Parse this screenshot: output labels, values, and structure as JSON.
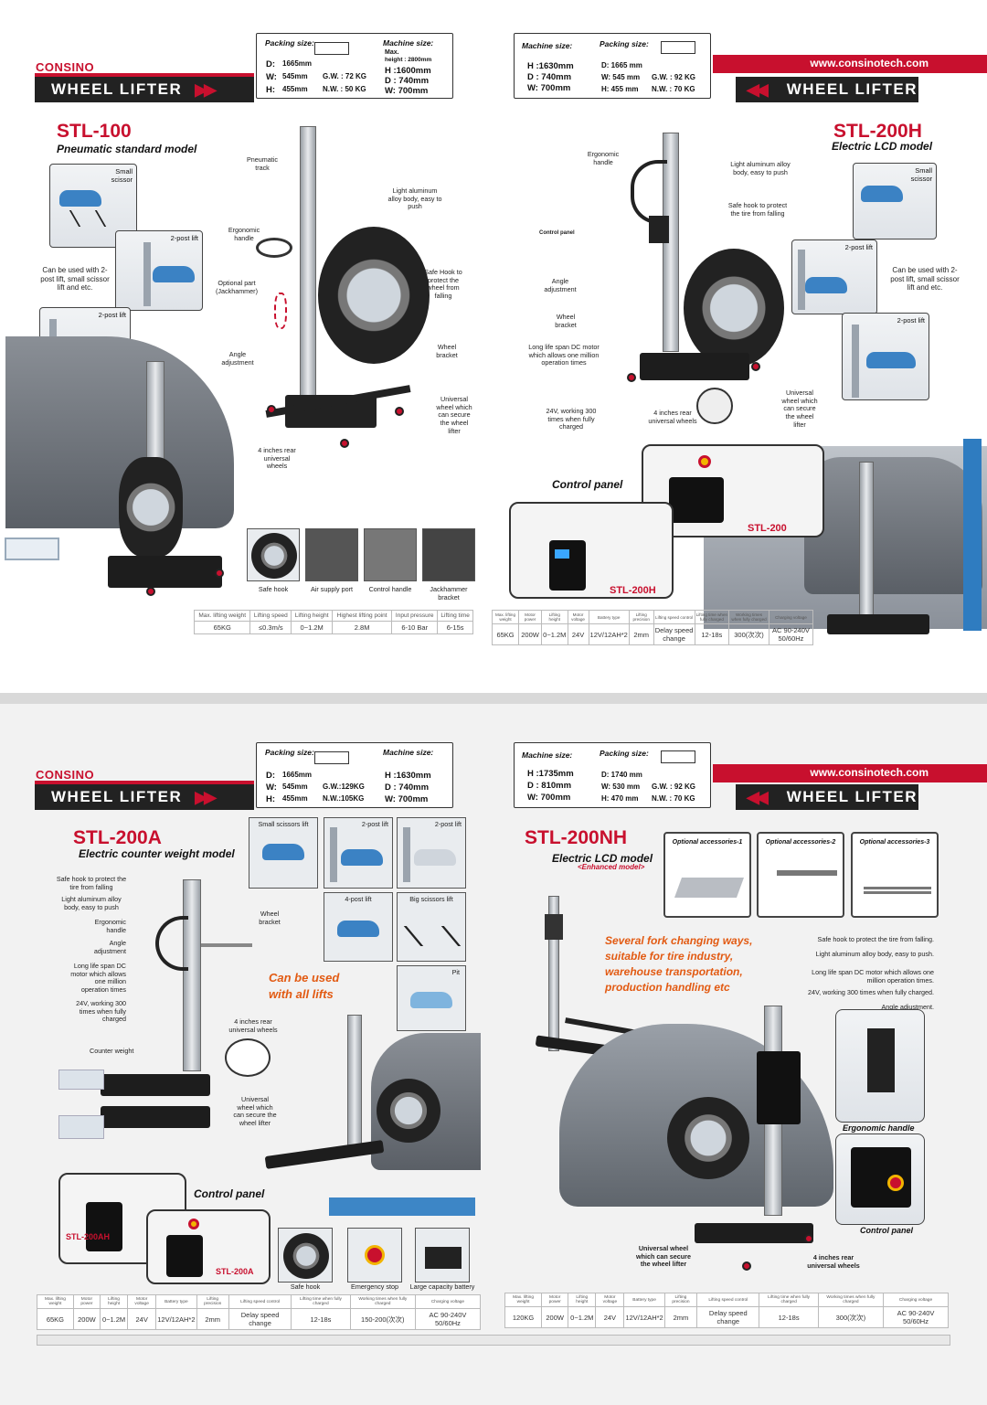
{
  "top": {
    "brand": "CONSINO",
    "title_left": "WHEEL LIFTER",
    "title_right": "WHEEL LIFTER",
    "website": "www.consinotech.com",
    "left_spec": {
      "packing_title": "Packing size:",
      "d": "D:",
      "d_val": "1665mm",
      "w": "W:",
      "w_val": "545mm",
      "h": "H:",
      "h_val": "455mm",
      "gw": "G.W. : 72 KG",
      "nw": "N.W. : 50 KG",
      "machine_title": "Machine size:",
      "max": "Max.",
      "max_h": "height : 2800mm",
      "mh": "H :1600mm",
      "md": "D : 740mm",
      "mw": "W: 700mm"
    },
    "right_spec": {
      "machine_title": "Machine size:",
      "mh": "H :1630mm",
      "md": "D : 740mm",
      "mw": "W: 700mm",
      "packing_title": "Packing size:",
      "d": "D: 1665 mm",
      "w": "W: 545 mm",
      "h": "H: 455 mm",
      "gw": "G.W. : 92 KG",
      "nw": "N.W. : 70 KG"
    },
    "stl100": {
      "model": "STL-100",
      "sub": "Pneumatic standard model",
      "small_scissor": "Small scissor",
      "two_post": "2-post lift",
      "two_post_b": "2-post lift",
      "can_be": "Can be used with 2-post lift, small scissor lift and etc.",
      "pneumatic_track": "Pneumatic track",
      "light_alu": "Light aluminum alloy body, easy to push",
      "ergonomic": "Ergonomic handle",
      "optional": "Optional part (Jackhammer)",
      "safe_hook": "Safe Hook to protect the wheel from falling",
      "angle": "Angle adjustment",
      "wheel_bracket": "Wheel bracket",
      "universal": "Universal wheel which can secure the wheel lifter",
      "rear": "4 inches rear universal wheels",
      "thumbs": [
        "Safe hook",
        "Air supply port",
        "Control handle",
        "Jackhammer bracket"
      ],
      "table_head": [
        "Max. lifting weight",
        "Lifting speed",
        "Lifting height",
        "Highest lifting point",
        "Input pressure",
        "Lifting time"
      ],
      "table_val": [
        "65KG",
        "≤0.3m/s",
        "0~1.2M",
        "2.8M",
        "6-10 Bar",
        "6-15s"
      ]
    },
    "stl200h": {
      "model": "STL-200H",
      "sub": "Electric LCD model",
      "ergonomic": "Ergonomic handle",
      "light_alu": "Light aluminum alloy body, easy to push",
      "safe_hook": "Safe hook to protect the tire from falling",
      "control_panel_lbl": "Control panel",
      "angle": "Angle adjustment",
      "wheel_bracket": "Wheel bracket",
      "long_life": "Long life span DC motor which allows one million operation times",
      "v24": "24V, working 300 times when fully charged",
      "rear": "4 inches rear universal wheels",
      "universal": "Universal wheel which can secure the wheel lifter",
      "small_scissor": "Small scissor",
      "two_post": "2-post lift",
      "two_post_b": "2-post lift",
      "can_be": "Can be used with 2-post lift, small scissor lift and etc.",
      "control_panel": "Control panel",
      "tag1": "STL-200H",
      "tag2": "STL-200",
      "table_head": [
        "Max. lifting weight",
        "Motor power",
        "Lifting height",
        "Motor voltage",
        "Battery type",
        "Lifting precision",
        "Lifting speed control",
        "Lifting time when fully charged",
        "Working times when fully charged",
        "Charging voltage"
      ],
      "table_val": [
        "65KG",
        "200W",
        "0~1.2M",
        "24V",
        "12V/12AH*2",
        "2mm",
        "Delay speed change",
        "12-18s",
        "300(次次)",
        "AC 90-240V 50/60Hz"
      ]
    }
  },
  "bottom": {
    "brand": "CONSINO",
    "title_left": "WHEEL LIFTER",
    "title_right": "WHEEL LIFTER",
    "website": "www.consinotech.com",
    "left_spec": {
      "packing_title": "Packing size:",
      "d": "D:",
      "d_val": "1665mm",
      "w": "W:",
      "w_val": "545mm",
      "h": "H:",
      "h_val": "455mm",
      "gw": "G.W.:129KG",
      "nw": "N.W.:105KG",
      "machine_title": "Machine size:",
      "mh": "H :1630mm",
      "md": "D : 740mm",
      "mw": "W: 700mm"
    },
    "right_spec": {
      "machine_title": "Machine size:",
      "mh": "H :1735mm",
      "md": "D : 810mm",
      "mw": "W: 700mm",
      "packing_title": "Packing size:",
      "d": "D: 1740 mm",
      "w": "W: 530 mm",
      "h": "H: 470 mm",
      "gw": "G.W. : 92 KG",
      "nw": "N.W. : 70 KG"
    },
    "stl200a": {
      "model": "STL-200A",
      "sub": "Electric counter weight model",
      "safe_hook": "Safe hook to protect the tire from falling",
      "light_alu": "Light aluminum alloy body, easy to push",
      "ergonomic": "Ergonomic handle",
      "angle": "Angle adjustment",
      "long_life": "Long life span DC motor which allows one million operation times",
      "v24": "24V, working 300 times when fully charged",
      "wheel_bracket": "Wheel bracket",
      "rear": "4 inches rear universal wheels",
      "counter": "Counter weight",
      "universal": "Universal wheel which can secure the wheel lifter",
      "can_all_1": "Can be used",
      "can_all_2": "with all lifts",
      "lifts": [
        "Small scissors lift",
        "2-post lift",
        "2-post lift",
        "4-post lift",
        "Big scissors lift",
        "Pit"
      ],
      "control_panel": "Control panel",
      "tag1": "STL-200AH",
      "tag2": "STL-200A",
      "thumbs": [
        "Safe hook",
        "Emergency stop",
        "Large capacity battery"
      ],
      "table_head": [
        "Max. lifting weight",
        "Motor power",
        "Lifting height",
        "Motor voltage",
        "Battery type",
        "Lifting precision",
        "Lifting speed control",
        "Lifting time when fully charged",
        "Working times when fully charged",
        "Charging voltage"
      ],
      "table_val": [
        "65KG",
        "200W",
        "0~1.2M",
        "24V",
        "12V/12AH*2",
        "2mm",
        "Delay speed change",
        "12-18s",
        "150-200(次次)",
        "AC 90-240V 50/60Hz"
      ]
    },
    "stl200nh": {
      "model": "STL-200NH",
      "sub": "Electric LCD model",
      "enhanced": "<Enhanced model>",
      "acc": [
        "Optional accessories-1",
        "Optional accessories-2",
        "Optional accessories-3"
      ],
      "slogan": [
        "Several fork changing ways,",
        "suitable for tire industry,",
        "warehouse transportation,",
        "production handling etc"
      ],
      "feat": [
        "Safe hook to protect the tire from falling.",
        "Light aluminum alloy body, easy to push.",
        "Long life span DC motor which allows one million operation times.",
        "24V, working 300 times when fully charged.",
        "Angle adjustment."
      ],
      "ergonomic": "Ergonomic handle",
      "control_panel": "Control panel",
      "universal": "Universal wheel which can secure the wheel lifter",
      "rear": "4 inches rear universal wheels",
      "table_head": [
        "Max. lifting weight",
        "Motor power",
        "Lifting height",
        "Motor voltage",
        "Battery type",
        "Lifting precision",
        "Lifting speed control",
        "Lifting time when fully charged",
        "Working times when fully charged",
        "Charging voltage"
      ],
      "table_val": [
        "120KG",
        "200W",
        "0~1.2M",
        "24V",
        "12V/12AH*2",
        "2mm",
        "Delay speed change",
        "12-18s",
        "300(次次)",
        "AC 90-240V 50/60Hz"
      ]
    }
  },
  "colors": {
    "accent": "#c8102e",
    "bar": "#222222",
    "slogan": "#e25a12"
  }
}
